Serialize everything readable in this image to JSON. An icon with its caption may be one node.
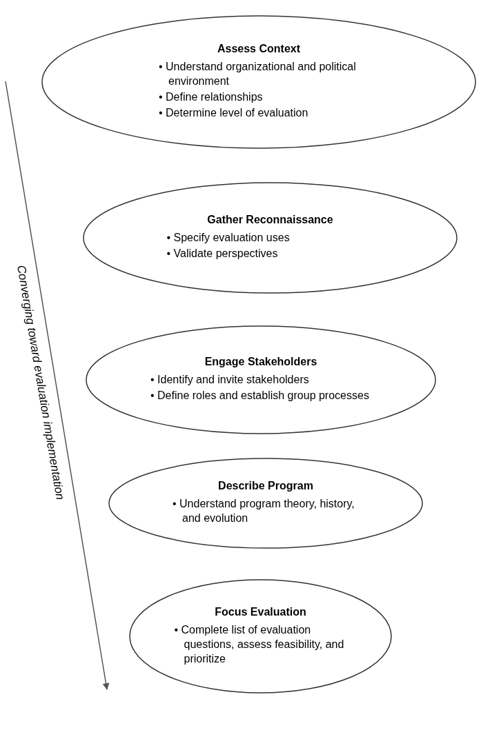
{
  "diagram": {
    "nodes": [
      {
        "text": [
          "Assess Context",
          "• Understand organizational and political environment",
          "• Define relationships",
          "• Determine level of evaluation"
        ]
      },
      {
        "text": [
          "Gather Reconnaissance",
          "• Specify evaluation uses",
          "• Validate perspectives"
        ]
      },
      {
        "text": [
          "Engage Stakeholders",
          "• Identify and invite stakeholders",
          "• Define roles and establish group processes"
        ]
      },
      {
        "text": [
          "Describe Program",
          "• Understand program theory, history, and evolution"
        ]
      },
      {
        "text": [
          "Focus Evaluation",
          "• Complete list of evaluation questions, assess feasibility, and prioritize"
        ]
      }
    ],
    "edges": [],
    "labels": [
      "Converging toward evaluation implementation"
    ]
  }
}
